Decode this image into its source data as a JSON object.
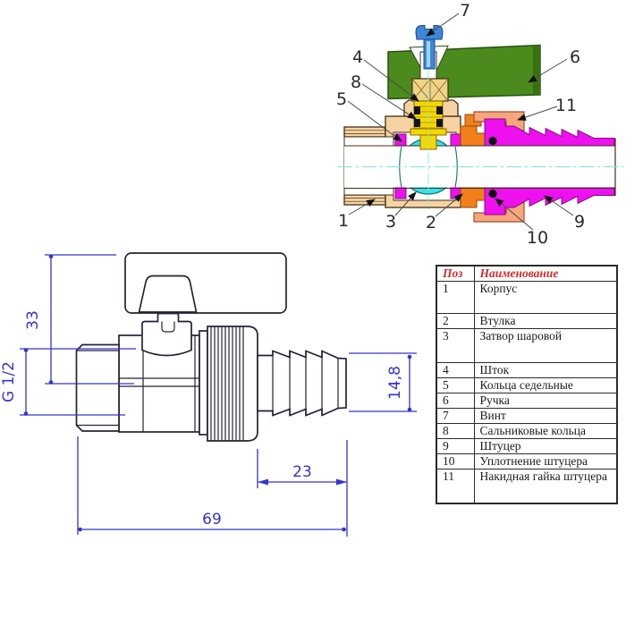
{
  "section_diagram": {
    "callouts": {
      "c1": "1",
      "c2": "2",
      "c3": "3",
      "c4": "4",
      "c5": "5",
      "c6": "6",
      "c7": "7",
      "c8": "8",
      "c9": "9",
      "c10": "10",
      "c11": "11"
    }
  },
  "drawing": {
    "dim_height": "33",
    "dim_thread": "G 1/2",
    "dim_barb_dia": "14,8",
    "dim_barb_len": "23",
    "dim_total_len": "69"
  },
  "parts_table": {
    "col_pos": "Поз",
    "col_name": "Наименование",
    "rows": [
      {
        "pos": "1",
        "name": "Корпус"
      },
      {
        "pos": "2",
        "name": "Втулка"
      },
      {
        "pos": "3",
        "name": "Затвор шаровой"
      },
      {
        "pos": "4",
        "name": "Шток"
      },
      {
        "pos": "5",
        "name": "Кольца седельные"
      },
      {
        "pos": "6",
        "name": "Ручка"
      },
      {
        "pos": "7",
        "name": "Винт"
      },
      {
        "pos": "8",
        "name": "Сальниковые кольца"
      },
      {
        "pos": "9",
        "name": "Штуцер"
      },
      {
        "pos": "10",
        "name": "Уплотнение штуцера"
      },
      {
        "pos": "11",
        "name": "Накидная гайка штуцера"
      }
    ]
  },
  "colors": {
    "dimension_blue": "#3434cf",
    "drawing_line": "#232338",
    "handle_green": "#4b8b1e",
    "screw_blue": "#3c87d9",
    "stem_yellow": "#f2d704",
    "packing_khaki": "#eed489",
    "body_tan": "#f6d3a2",
    "bushing_orange": "#f28018",
    "seat_magenta": "#ee10ee",
    "ball_cyan": "#35e2e8",
    "cap_nut_salmon": "#f5a67d",
    "centerline_cyan": "#86e8e8",
    "table_header_red": "#cf2b2b"
  }
}
